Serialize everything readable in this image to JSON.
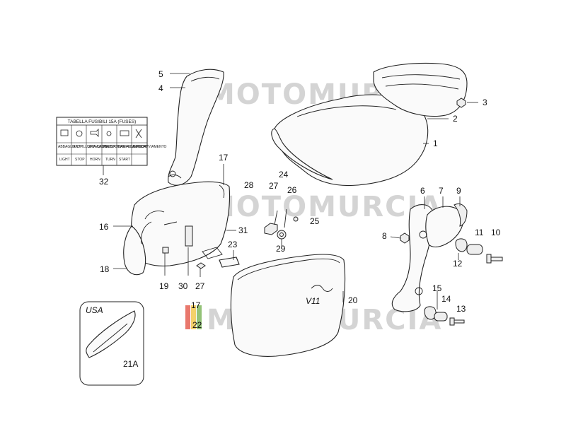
{
  "watermark": {
    "text": "MOTOMURCIA",
    "colors": {
      "red": "#e24b3c",
      "yellow": "#f0c23a",
      "green": "#6fae4a",
      "gray": "#d4d4d4"
    }
  },
  "fuse_label": {
    "title": "TABELLA FUSIBILI 15A (FUSES)",
    "cells": [
      "ABBAGLIANTI ILLUMINAZIONE STOP",
      "STOP",
      "SPIA CAMBIO",
      "AVVISATORE ACUSTICO",
      "LAMPEGGIATORI",
      "RELE' AVVIAMENTO"
    ],
    "cells2": [
      "LIGHT",
      "STOP",
      "HORN",
      "TURN",
      "START"
    ]
  },
  "callouts": {
    "c1": "1",
    "c2": "2",
    "c3": "3",
    "c4": "4",
    "c5": "5",
    "c6": "6",
    "c7": "7",
    "c8": "8",
    "c9": "9",
    "c10": "10",
    "c11": "11",
    "c12": "12",
    "c13": "13",
    "c14": "14",
    "c15": "15",
    "c16": "16",
    "c17": "17",
    "c17b": "17",
    "c18": "18",
    "c19": "19",
    "c20": "20",
    "c21a": "21A",
    "c22": "22",
    "c23": "23",
    "c24": "24",
    "c25": "25",
    "c26": "26",
    "c27": "27",
    "c27b": "27",
    "c28": "28",
    "c29": "29",
    "c30": "30",
    "c31": "31",
    "c32": "32"
  },
  "usa_box": {
    "label": "USA"
  },
  "side_cover_script": "V11"
}
